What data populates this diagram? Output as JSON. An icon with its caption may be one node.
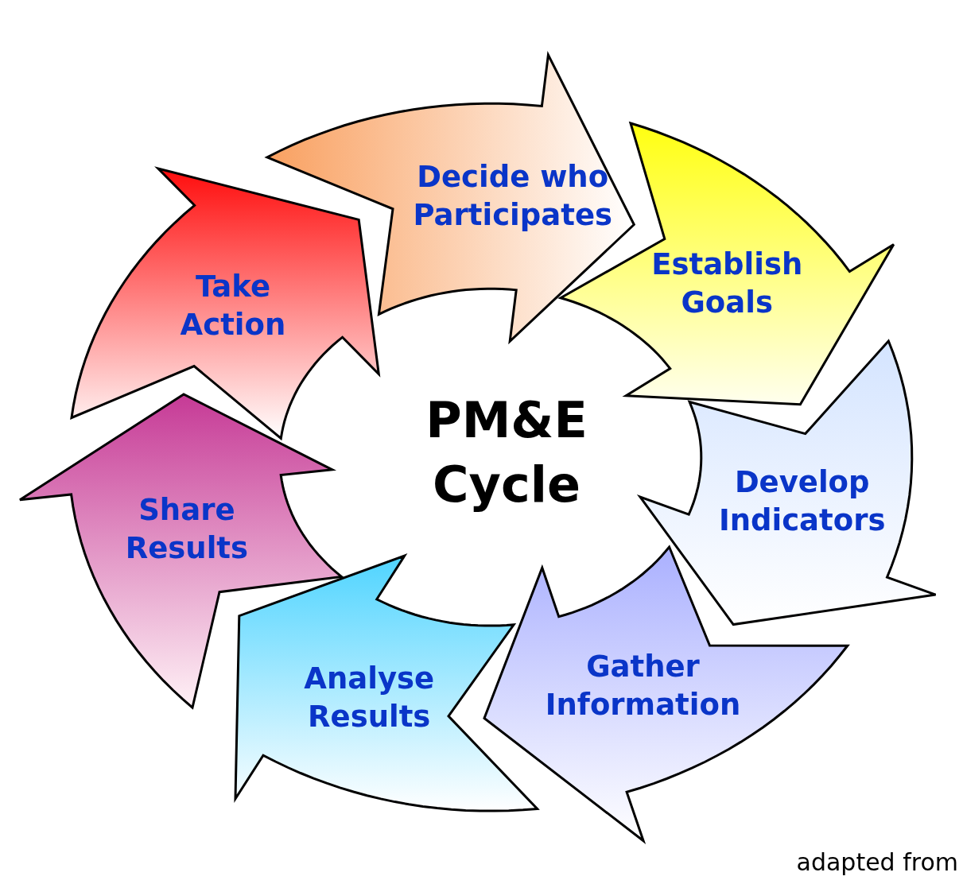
{
  "diagram": {
    "nodes": [
      {
        "text": [
          "Decide who Participates"
        ]
      },
      {
        "text": [
          "Establish Goals"
        ]
      },
      {
        "text": [
          "Develop Indicators"
        ]
      },
      {
        "text": [
          "Gather Information"
        ]
      },
      {
        "text": [
          "Analyse Results"
        ]
      },
      {
        "text": [
          "Share Results"
        ]
      },
      {
        "text": [
          "Take Action"
        ]
      },
      {
        "text": [
          "PM&E Cycle"
        ]
      }
    ],
    "labels": [
      "adapted from"
    ]
  }
}
